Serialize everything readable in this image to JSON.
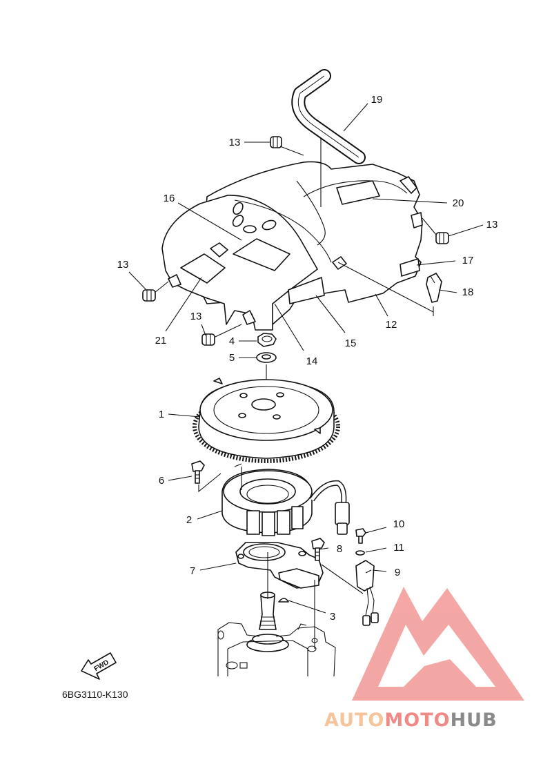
{
  "diagram": {
    "drawing_code": "6BG3110-K130",
    "fwd_label": "FWD",
    "callouts": [
      {
        "id": "c1",
        "label": "1"
      },
      {
        "id": "c2",
        "label": "2"
      },
      {
        "id": "c3",
        "label": "3"
      },
      {
        "id": "c4",
        "label": "4"
      },
      {
        "id": "c5",
        "label": "5"
      },
      {
        "id": "c6",
        "label": "6"
      },
      {
        "id": "c7",
        "label": "7"
      },
      {
        "id": "c8",
        "label": "8"
      },
      {
        "id": "c9",
        "label": "9"
      },
      {
        "id": "c10",
        "label": "10"
      },
      {
        "id": "c11",
        "label": "11"
      },
      {
        "id": "c12",
        "label": "12"
      },
      {
        "id": "c13a",
        "label": "13"
      },
      {
        "id": "c13b",
        "label": "13"
      },
      {
        "id": "c13c",
        "label": "13"
      },
      {
        "id": "c13d",
        "label": "13"
      },
      {
        "id": "c14",
        "label": "14"
      },
      {
        "id": "c15",
        "label": "15"
      },
      {
        "id": "c16",
        "label": "16"
      },
      {
        "id": "c17",
        "label": "17"
      },
      {
        "id": "c18",
        "label": "18"
      },
      {
        "id": "c19",
        "label": "19"
      },
      {
        "id": "c20",
        "label": "20"
      },
      {
        "id": "c21",
        "label": "21"
      }
    ]
  },
  "watermark": {
    "brand_part1": "AUTO",
    "brand_part2": "MOTO",
    "brand_part3": "HUB",
    "color_light": "#f5c49a",
    "color_red": "#f08a86",
    "color_gray": "#8a8a8a"
  }
}
